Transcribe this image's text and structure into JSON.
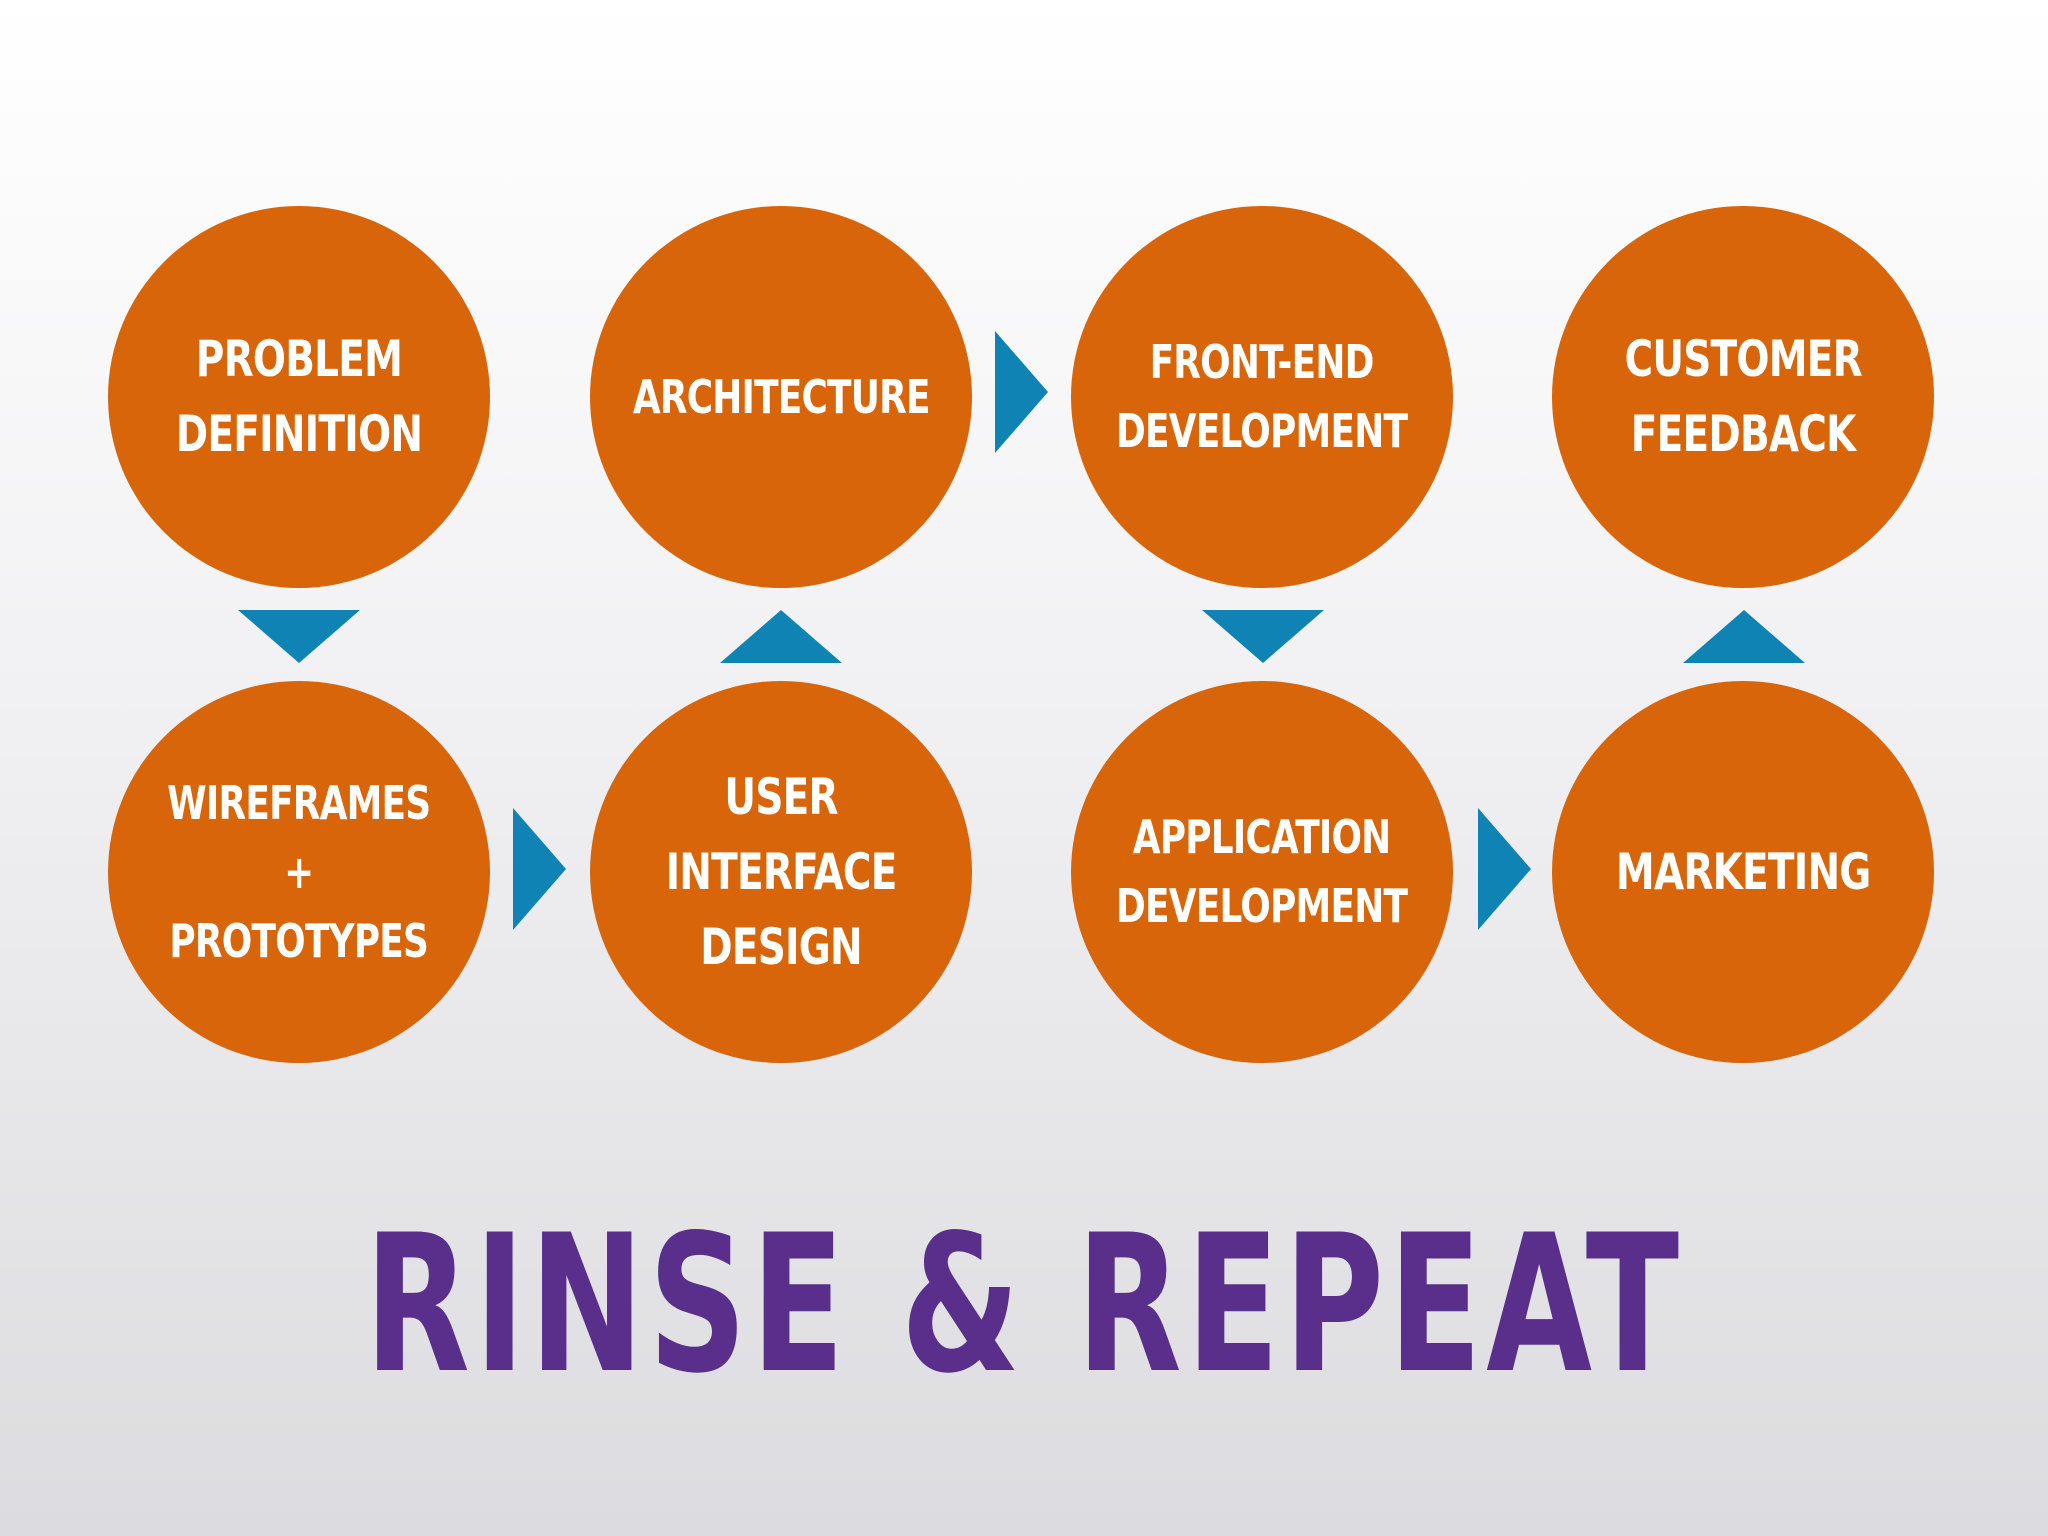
{
  "steps": {
    "problem_definition": "PROBLEM\nDEFINITION",
    "architecture": "ARCHITECTURE",
    "front_end_development": "FRONT-END\nDEVELOPMENT",
    "customer_feedback": "CUSTOMER\nFEEDBACK",
    "wireframes_prototypes": "WIREFRAMES\n+ PROTOTYPES",
    "user_interface_design": "USER\nINTERFACE\nDESIGN",
    "application_development": "APPLICATION\nDEVELOPMENT",
    "marketing": "MARKETING"
  },
  "headline": "RINSE & REPEAT",
  "colors": {
    "circle": "#d9650a",
    "arrow": "#0f83b4",
    "headline": "#5a2f8c",
    "label": "#ffffff"
  }
}
